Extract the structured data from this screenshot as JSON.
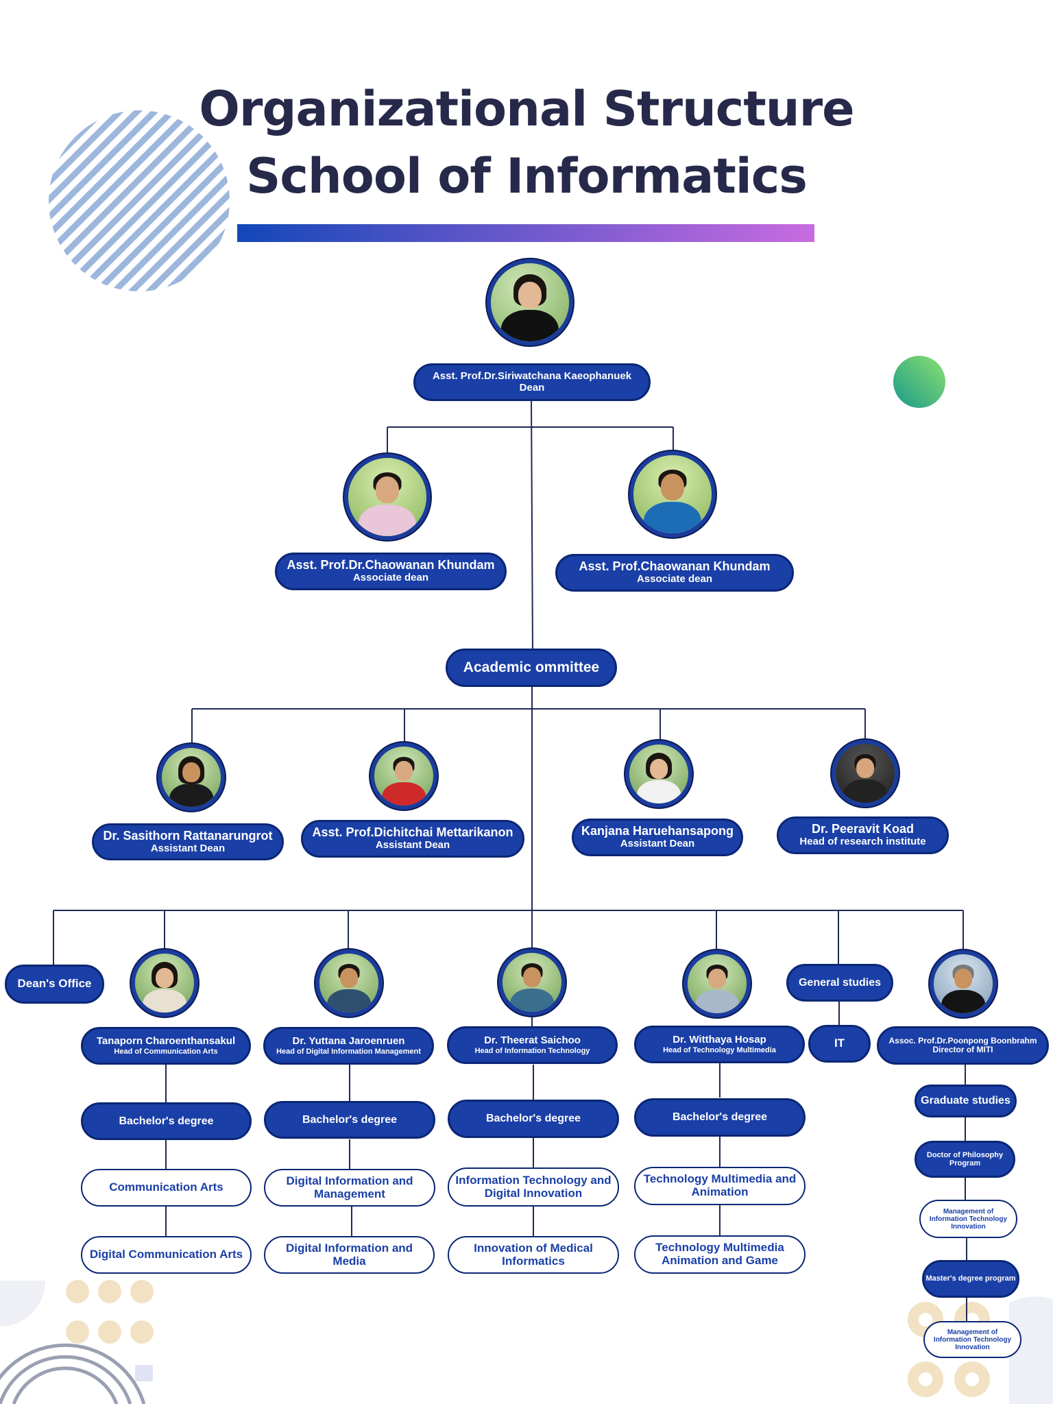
{
  "title": {
    "line1": "Organizational Structure",
    "line2": "School of Informatics"
  },
  "accent": {
    "gradient_start": "#1347b8",
    "gradient_end": "#c86be0",
    "node_fill": "#1a3fa6",
    "node_border": "#0a2675",
    "title_color": "#27294a"
  },
  "dean": {
    "name": "Asst. Prof.Dr.Siriwatchana Kaeophanuek",
    "role": "Dean"
  },
  "associate_deans": [
    {
      "name": "Asst. Prof.Dr.Chaowanan Khundam",
      "role": "Associate dean"
    },
    {
      "name": "Asst. Prof.Chaowanan Khundam",
      "role": "Associate dean"
    }
  ],
  "committee": {
    "label": "Academic ommittee"
  },
  "assistant_deans": [
    {
      "name": "Dr. Sasithorn Rattanarungrot",
      "role": "Assistant Dean"
    },
    {
      "name": "Asst. Prof.Dichitchai Mettarikanon",
      "role": "Assistant Dean"
    },
    {
      "name": "Kanjana Haruehansapong",
      "role": "Assistant Dean"
    },
    {
      "name": "Dr. Peeravit Koad",
      "role": "Head of research institute"
    }
  ],
  "units": {
    "deans_office": "Dean's Office",
    "general_studies": "General studies",
    "it": "IT"
  },
  "departments": [
    {
      "name": "Tanaporn Charoenthansakul",
      "role": "Head of Communication Arts",
      "degree": "Bachelor's degree",
      "programs": [
        "Communication Arts",
        "Digital Communication Arts"
      ]
    },
    {
      "name": "Dr. Yuttana Jaroenruen",
      "role": "Head of Digital Information Management",
      "degree": "Bachelor's degree",
      "programs": [
        "Digital Information and Management",
        "Digital Information and Media"
      ]
    },
    {
      "name": "Dr. Theerat Saichoo",
      "role": "Head of Information Technology",
      "degree": "Bachelor's degree",
      "programs": [
        "Information Technology and Digital Innovation",
        "Innovation of Medical Informatics"
      ]
    },
    {
      "name": "Dr. Witthaya Hosap",
      "role": "Head of Technology Multimedia",
      "degree": "Bachelor's degree",
      "programs": [
        "Technology Multimedia and Animation",
        "Technology Multimedia Animation and Game"
      ]
    }
  ],
  "miti": {
    "name": "Assoc. Prof.Dr.Poonpong Boonbrahm",
    "role": "Director of MITI",
    "graduate": "Graduate studies",
    "phd": "Doctor of Philosophy Program",
    "phd_program": "Management of Information Technology Innovation",
    "masters": "Master's degree program",
    "masters_program": "Management of Information Technology Innovation"
  }
}
